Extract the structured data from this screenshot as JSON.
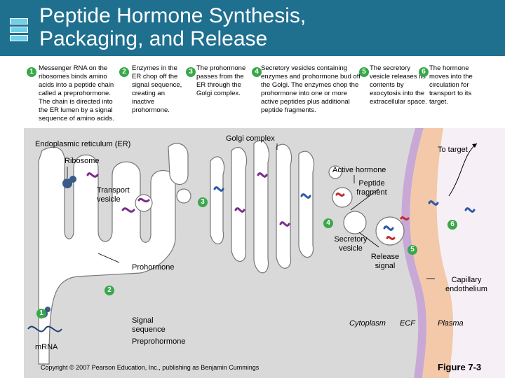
{
  "title": {
    "line1": "Peptide Hormone Synthesis,",
    "line2": "Packaging, and Release"
  },
  "steps": [
    {
      "n": "1",
      "text": "Messenger RNA on the ribosomes binds amino acids into a peptide chain called a preprohormone. The chain is directed into the ER lumen by a signal sequence of amino acids."
    },
    {
      "n": "2",
      "text": "Enzymes in the ER chop off the signal sequence, creating an inactive prohormone."
    },
    {
      "n": "3",
      "text": "The prohormone passes from the ER through the Golgi complex."
    },
    {
      "n": "4",
      "text": "Secretory vesicles containing enzymes and prohormone bud off the Golgi. The enzymes chop the prohormone into one or more active peptides plus additional peptide fragments."
    },
    {
      "n": "5",
      "text": "The secretory vesicle releases its contents by exocytosis into the extracellular space."
    },
    {
      "n": "6",
      "text": "The hormone moves into the circulation for transport to its target."
    }
  ],
  "labels": {
    "er": "Endoplasmic reticulum (ER)",
    "golgi": "Golgi complex",
    "to_target": "To target",
    "ribosome": "Ribosome",
    "transport_vesicle": "Transport vesicle",
    "active_hormone": "Active hormone",
    "peptide_fragment": "Peptide fragment",
    "secretory_vesicle": "Secretory vesicle",
    "release_signal": "Release signal",
    "prohormone": "Prohormone",
    "capillary_endothelium": "Capillary endothelium",
    "signal_sequence": "Signal sequence",
    "preprohormone": "Preprohormone",
    "mrna": "mRNA",
    "cytoplasm": "Cytoplasm",
    "ecf": "ECF",
    "plasma": "Plasma"
  },
  "diagram_numbers": [
    "1",
    "2",
    "3",
    "4",
    "5",
    "6"
  ],
  "footer": {
    "copyright": "Copyright © 2007 Pearson Education, Inc., publishing as Benjamin Cummings",
    "figure": "Figure 7-3"
  },
  "colors": {
    "header": "#1f6f8f",
    "step_badge": "#39a84a",
    "organelle": "#ffffff",
    "cytoplasm": "#d9d9d9",
    "membrane": "#c8a9d6",
    "endothelium": "#f3c9aa",
    "plasma": "#f6f0f6",
    "prohormone": "#7b2c8c",
    "active_hormone": "#2a58a8",
    "fragment": "#c3282e"
  }
}
